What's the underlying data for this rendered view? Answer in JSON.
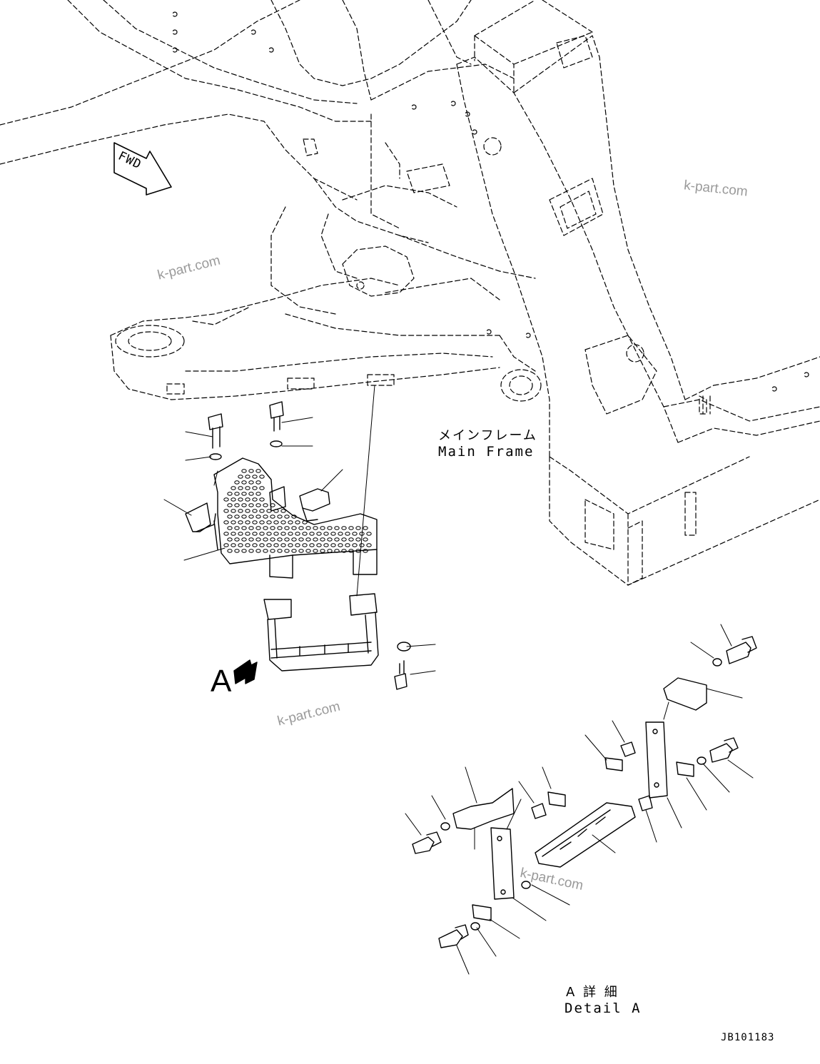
{
  "labels": {
    "fwd": "FWD",
    "main_frame_jp": "メインフレーム",
    "main_frame_en": "Main Frame",
    "view_marker": "A",
    "detail_jp": "A 詳 細",
    "detail_en": "Detail A",
    "drawing_number": "JB101183"
  },
  "watermarks": [
    "k-part.com",
    "k-part.com",
    "k-part.com",
    "k-part.com"
  ],
  "colors": {
    "line": "#000000",
    "watermark": "#9a9a9a",
    "background": "#ffffff"
  }
}
